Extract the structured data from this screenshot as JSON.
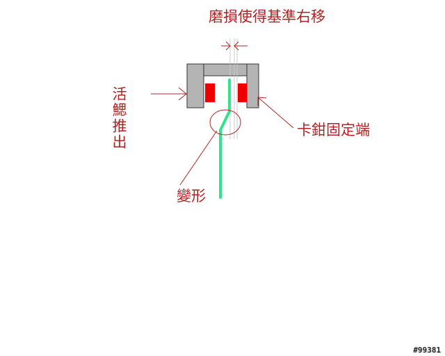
{
  "labels": {
    "top": "磨損使得基準右移",
    "left": "活鰓推出",
    "right": "卡鉗固定端",
    "bottom": "變形"
  },
  "watermark": "#99381",
  "colors": {
    "text": "#b22222",
    "caliper": "#b4b4b4",
    "pad": "#ee0000",
    "disc": "#2ee58a",
    "arrow": "#b22222"
  }
}
